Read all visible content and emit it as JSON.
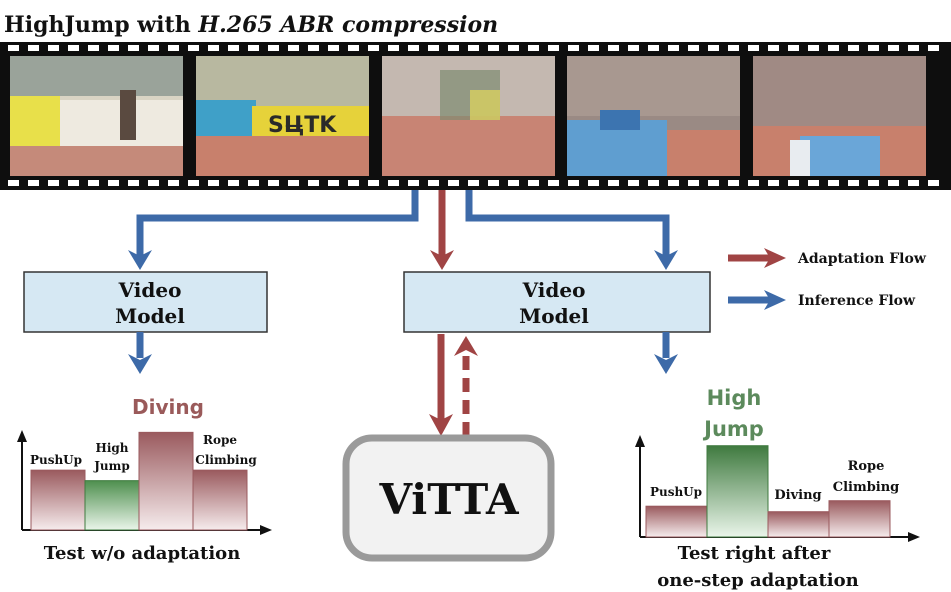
{
  "title": {
    "prefix": "HighJump with ",
    "emphasis": "H.265 ABR compression"
  },
  "colors": {
    "adaptation": "#a04444",
    "inference": "#3d6aa8",
    "model_box_fill": "#d6e8f3",
    "vitta_fill": "#f2f2f2",
    "vitta_border": "#9a9a9a",
    "red_text": "#9a5a5a",
    "green_text": "#5c8a5c"
  },
  "legend": {
    "adaptation": "Adaptation Flow",
    "inference": "Inference Flow"
  },
  "models": {
    "left": {
      "line1": "Video",
      "line2": "Model"
    },
    "right": {
      "line1": "Video",
      "line2": "Model"
    }
  },
  "vitta": {
    "label": "ViTTA"
  },
  "filmstrip": {
    "frames": [
      {
        "scene": "stadium-left"
      },
      {
        "scene": "sponsor-board"
      },
      {
        "scene": "athlete-jump"
      },
      {
        "scene": "blue-mat"
      },
      {
        "scene": "blue-mat-landing"
      }
    ]
  },
  "chart_data": [
    {
      "type": "bar",
      "categories": [
        "PushUp",
        "High Jump",
        "Diving",
        "Rope Climbing"
      ],
      "values": [
        0.57,
        0.47,
        0.93,
        0.57
      ],
      "title": "Diving",
      "xlabel": "Test w/o adaptation",
      "prediction": "Diving",
      "highlight": "High Jump"
    },
    {
      "type": "bar",
      "categories": [
        "PushUp",
        "High Jump",
        "Diving",
        "Rope Climbing"
      ],
      "values": [
        0.28,
        0.83,
        0.23,
        0.33
      ],
      "title": "High Jump",
      "xlabel": "Test right after one-step adaptation",
      "prediction": "High Jump",
      "highlight": "High Jump"
    }
  ],
  "labels": {
    "left_chart_cats": [
      "PushUp",
      "High",
      "Jump",
      "",
      "Rope",
      "Climbing"
    ],
    "left_title": "Diving",
    "left_caption": "Test w/o adaptation",
    "right_title_line1": "High",
    "right_title_line2": "Jump",
    "right_cats": [
      "PushUp",
      "Diving",
      "Rope",
      "Climbing"
    ],
    "right_caption_line1": "Test right after",
    "right_caption_line2": "one-step adaptation"
  }
}
